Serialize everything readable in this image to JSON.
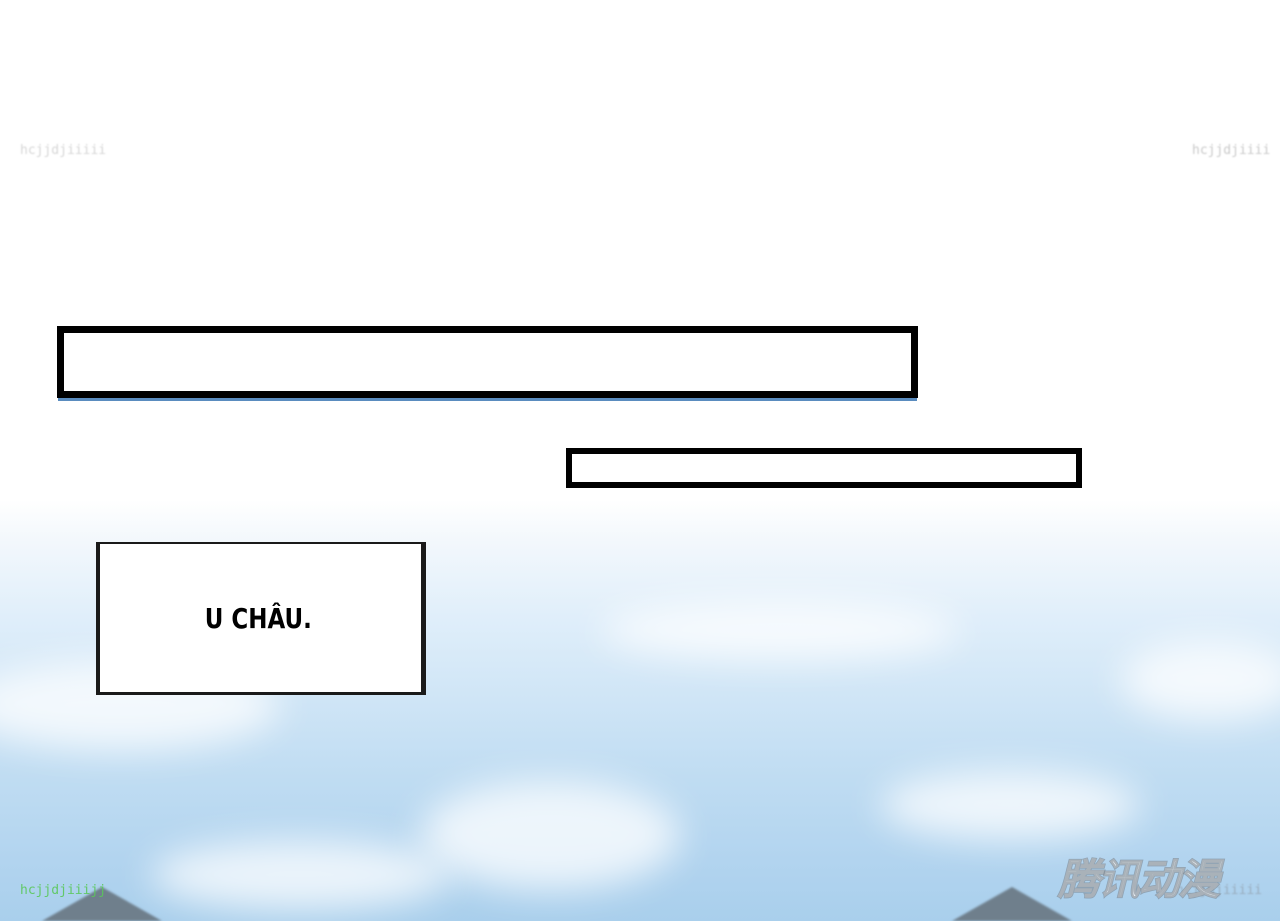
{
  "caption": {
    "text": "U CHÂU."
  },
  "watermarks": {
    "top_left": "hcjjdjiiiii",
    "top_right": "hcjjdjiiii",
    "bottom_left": "hcjjdjiiijj",
    "bottom_right": "hcjjdjiiiii"
  },
  "logo": {
    "text": "腾讯动漫"
  },
  "colors": {
    "sky_bottom": "#a9cfec",
    "panel_border": "#000000",
    "watermark_green": "#5ac85a"
  }
}
